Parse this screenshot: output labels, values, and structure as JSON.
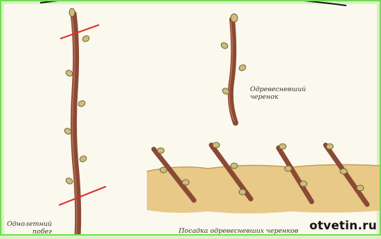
{
  "labels": {
    "annual_shoot": [
      "Однолетний",
      "побег"
    ],
    "woody_cutting": [
      "Одревесневший",
      "черенок"
    ],
    "planting": "Посадка одревесневших черенков"
  },
  "watermark": "otvetin.ru",
  "colors": {
    "background": "#d9f3c3",
    "paper": "#fbf8ee",
    "soil": "#e8c987",
    "stem": "#8a4a35",
    "bud": "#c9c07a",
    "cut_mark": "#d9322a"
  }
}
